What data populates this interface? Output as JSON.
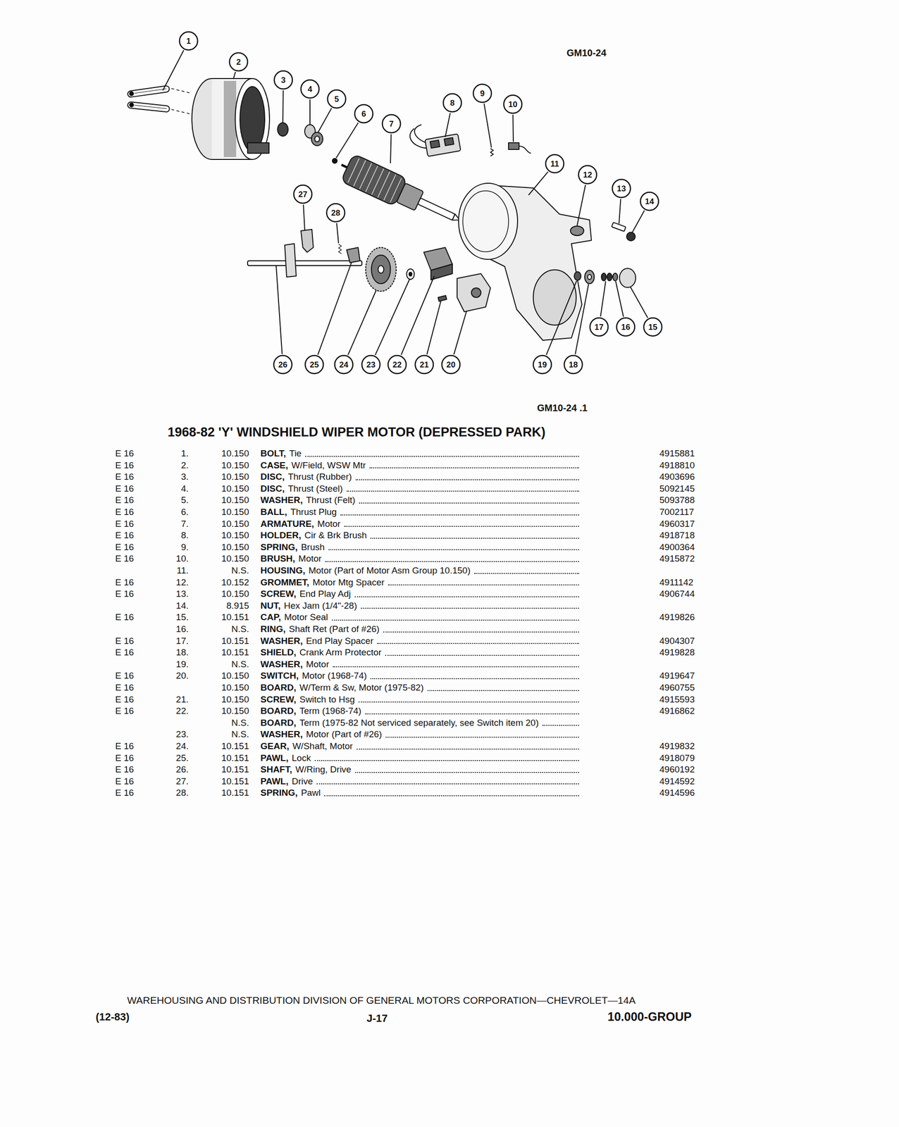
{
  "diagram": {
    "title": "1968-82 'Y' WINDSHIELD WIPER MOTOR (DEPRESSED PARK)",
    "nodes": [
      {
        "text": [
          "1"
        ]
      },
      {
        "text": [
          "2"
        ]
      },
      {
        "text": [
          "3"
        ]
      },
      {
        "text": [
          "4"
        ]
      },
      {
        "text": [
          "5"
        ]
      },
      {
        "text": [
          "6"
        ]
      },
      {
        "text": [
          "7"
        ]
      },
      {
        "text": [
          "8"
        ]
      },
      {
        "text": [
          "9"
        ]
      },
      {
        "text": [
          "10"
        ]
      },
      {
        "text": [
          "11"
        ]
      },
      {
        "text": [
          "12"
        ]
      },
      {
        "text": [
          "13"
        ]
      },
      {
        "text": [
          "14"
        ]
      },
      {
        "text": [
          "15"
        ]
      },
      {
        "text": [
          "16"
        ]
      },
      {
        "text": [
          "17"
        ]
      },
      {
        "text": [
          "18"
        ]
      },
      {
        "text": [
          "19"
        ]
      },
      {
        "text": [
          "20"
        ]
      },
      {
        "text": [
          "21"
        ]
      },
      {
        "text": [
          "22"
        ]
      },
      {
        "text": [
          "23"
        ]
      },
      {
        "text": [
          "24"
        ]
      },
      {
        "text": [
          "25"
        ]
      },
      {
        "text": [
          "26"
        ]
      },
      {
        "text": [
          "27"
        ]
      },
      {
        "text": [
          "28"
        ]
      }
    ],
    "labels": [
      "GM10-24",
      "GM10-24 .1",
      "E 16",
      "1.",
      "10.150",
      "BOLT,",
      "Tie",
      "4915881",
      "E 16",
      "2.",
      "10.150",
      "CASE,",
      "W/Field, WSW Mtr",
      "4918810",
      "E 16",
      "3.",
      "10.150",
      "DISC,",
      "Thrust (Rubber)",
      "4903696",
      "E 16",
      "4.",
      "10.150",
      "DISC,",
      "Thrust (Steel)",
      "5092145",
      "E 16",
      "5.",
      "10.150",
      "WASHER,",
      "Thrust (Felt)",
      "5093788",
      "E 16",
      "6.",
      "10.150",
      "BALL,",
      "Thrust Plug",
      "7002117",
      "E 16",
      "7.",
      "10.150",
      "ARMATURE,",
      "Motor",
      "4960317",
      "E 16",
      "8.",
      "10.150",
      "HOLDER,",
      "Cir & Brk Brush",
      "4918718",
      "E 16",
      "9.",
      "10.150",
      "SPRING,",
      "Brush",
      "4900364",
      "E 16",
      "10.",
      "10.150",
      "BRUSH,",
      "Motor",
      "4915872",
      "11.",
      "N.S.",
      "HOUSING,",
      "Motor (Part of Motor Asm Group 10.150)",
      "E 16",
      "12.",
      "10.152",
      "GROMMET,",
      "Motor Mtg Spacer",
      "4911142",
      "E 16",
      "13.",
      "10.150",
      "SCREW,",
      "End Play Adj",
      "4906744",
      "14.",
      "8.915",
      "NUT,",
      "Hex Jam (1/4\"-28)",
      "E 16",
      "15.",
      "10.151",
      "CAP,",
      "Motor Seal",
      "4919826",
      "16.",
      "N.S.",
      "RING,",
      "Shaft Ret (Part of #26)",
      "E 16",
      "17.",
      "10.151",
      "WASHER,",
      "End Play Spacer",
      "4904307",
      "E 16",
      "18.",
      "10.151",
      "SHIELD,",
      "Crank Arm Protector",
      "4919828",
      "19.",
      "N.S.",
      "WASHER,",
      "Motor",
      "E 16",
      "20.",
      "10.150",
      "SWITCH,",
      "Motor (1968-74)",
      "4919647",
      "E 16",
      "10.150",
      "BOARD,",
      "W/Term & Sw, Motor (1975-82)",
      "4960755",
      "E 16",
      "21.",
      "10.150",
      "SCREW,",
      "Switch to Hsg",
      "4915593",
      "E 16",
      "22.",
      "10.150",
      "BOARD,",
      "Term (1968-74)",
      "4916862",
      "N.S.",
      "BOARD,",
      "Term (1975-82 Not serviced separately, see Switch item 20)",
      "23.",
      "N.S.",
      "WASHER,",
      "Motor (Part of #26)",
      "E 16",
      "24.",
      "10.151",
      "GEAR,",
      "W/Shaft, Motor",
      "4919832",
      "E 16",
      "25.",
      "10.151",
      "PAWL,",
      "Lock",
      "4918079",
      "E 16",
      "26.",
      "10.151",
      "SHAFT,",
      "W/Ring, Drive",
      "4960192",
      "E 16",
      "27.",
      "10.151",
      "PAWL,",
      "Drive",
      "4914592",
      "E 16",
      "28.",
      "10.151",
      "SPRING,",
      "Pawl",
      "4914596",
      "WAREHOUSING AND DISTRIBUTION DIVISION OF GENERAL MOTORS CORPORATION—CHEVROLET—14A",
      "(12-83)",
      "J-17",
      "10.000-GROUP"
    ]
  }
}
